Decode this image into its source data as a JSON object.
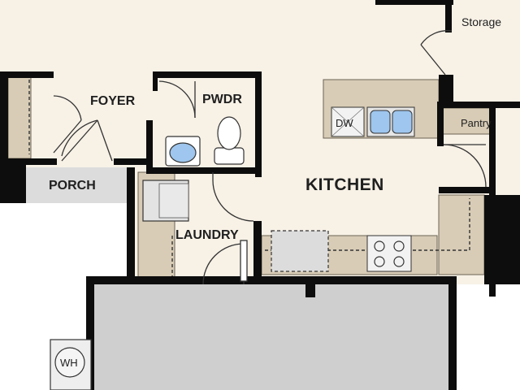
{
  "rooms": {
    "storage": "Storage",
    "foyer": "FOYER",
    "powder": "PWDR",
    "pantry": "Pantry",
    "porch": "PORCH",
    "kitchen": "KITCHEN",
    "laundry": "LAUNDRY"
  },
  "fixtures": {
    "dishwasher": "DW",
    "water_heater": "WH"
  },
  "colors": {
    "floor": "#f7f1e6",
    "wall": "#0d0d0d",
    "cabinet": "#d8ccb6",
    "porch": "#dcdcdc",
    "garage": "#cfcfcf",
    "fixture_blue": "#9ec6ee"
  }
}
